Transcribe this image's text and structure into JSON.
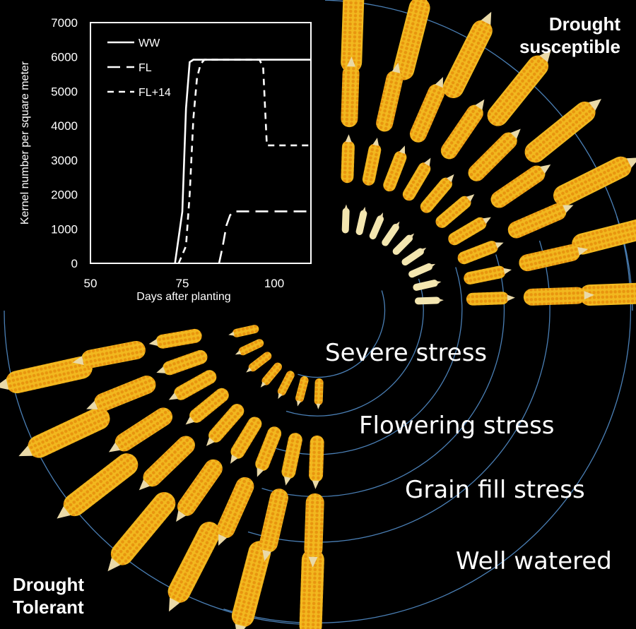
{
  "labels": {
    "susceptible": [
      "Drought",
      "susceptible"
    ],
    "tolerant": [
      "Drought",
      "Tolerant"
    ]
  },
  "stress_levels": [
    "Severe stress",
    "Flowering stress",
    "Grain fill stress",
    "Well watered"
  ],
  "colors": {
    "background": "#000000",
    "text": "#ffffff",
    "arc": "#4a7fb5",
    "kernel_yellow": "#f2b81f",
    "kernel_orange": "#e8950f",
    "aborted_kernel": "#f3e6b0"
  },
  "chart_data": {
    "type": "line",
    "title": "",
    "xlabel": "Days after planting",
    "ylabel": "Kernel number per square meter",
    "xlim": [
      50,
      110
    ],
    "ylim": [
      0,
      7000
    ],
    "xticks": [
      50,
      75,
      100
    ],
    "yticks": [
      0,
      1000,
      2000,
      3000,
      4000,
      5000,
      6000,
      7000
    ],
    "grid": false,
    "legend_position": "top-left",
    "series": [
      {
        "name": "WW",
        "style": "solid",
        "x": [
          73,
          75,
          76,
          77,
          78,
          110
        ],
        "y": [
          0,
          1500,
          4500,
          5850,
          5920,
          5920
        ]
      },
      {
        "name": "FL",
        "style": "long-dash",
        "x": [
          85,
          86,
          87,
          88,
          89,
          90,
          110
        ],
        "y": [
          0,
          500,
          1100,
          1400,
          1500,
          1510,
          1510
        ]
      },
      {
        "name": "FL+14",
        "style": "short-dash",
        "x": [
          74,
          76,
          77,
          78,
          79,
          80,
          81,
          96,
          97,
          98,
          110
        ],
        "y": [
          0,
          500,
          2000,
          4200,
          5400,
          5800,
          5920,
          5920,
          5700,
          3430,
          3430
        ]
      }
    ]
  }
}
